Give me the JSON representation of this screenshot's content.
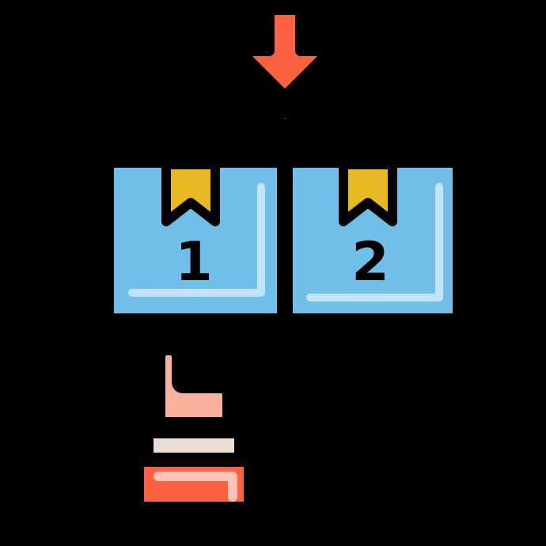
{
  "illustration": {
    "description": "Ordered boxes icon with arrow and thumbs-up",
    "boxes": [
      {
        "label": "1"
      },
      {
        "label": "2"
      }
    ],
    "colors": {
      "background": "#000000",
      "arrow": "#fc6140",
      "box": "#6fbfe8",
      "box_highlight": "#c2e4fb",
      "ribbon": "#e8b923",
      "thumb": "#f9b09c",
      "cuff": "#ecddd2",
      "sleeve": "#fc6140",
      "sleeve_highlight": "#ffc2b5"
    }
  }
}
